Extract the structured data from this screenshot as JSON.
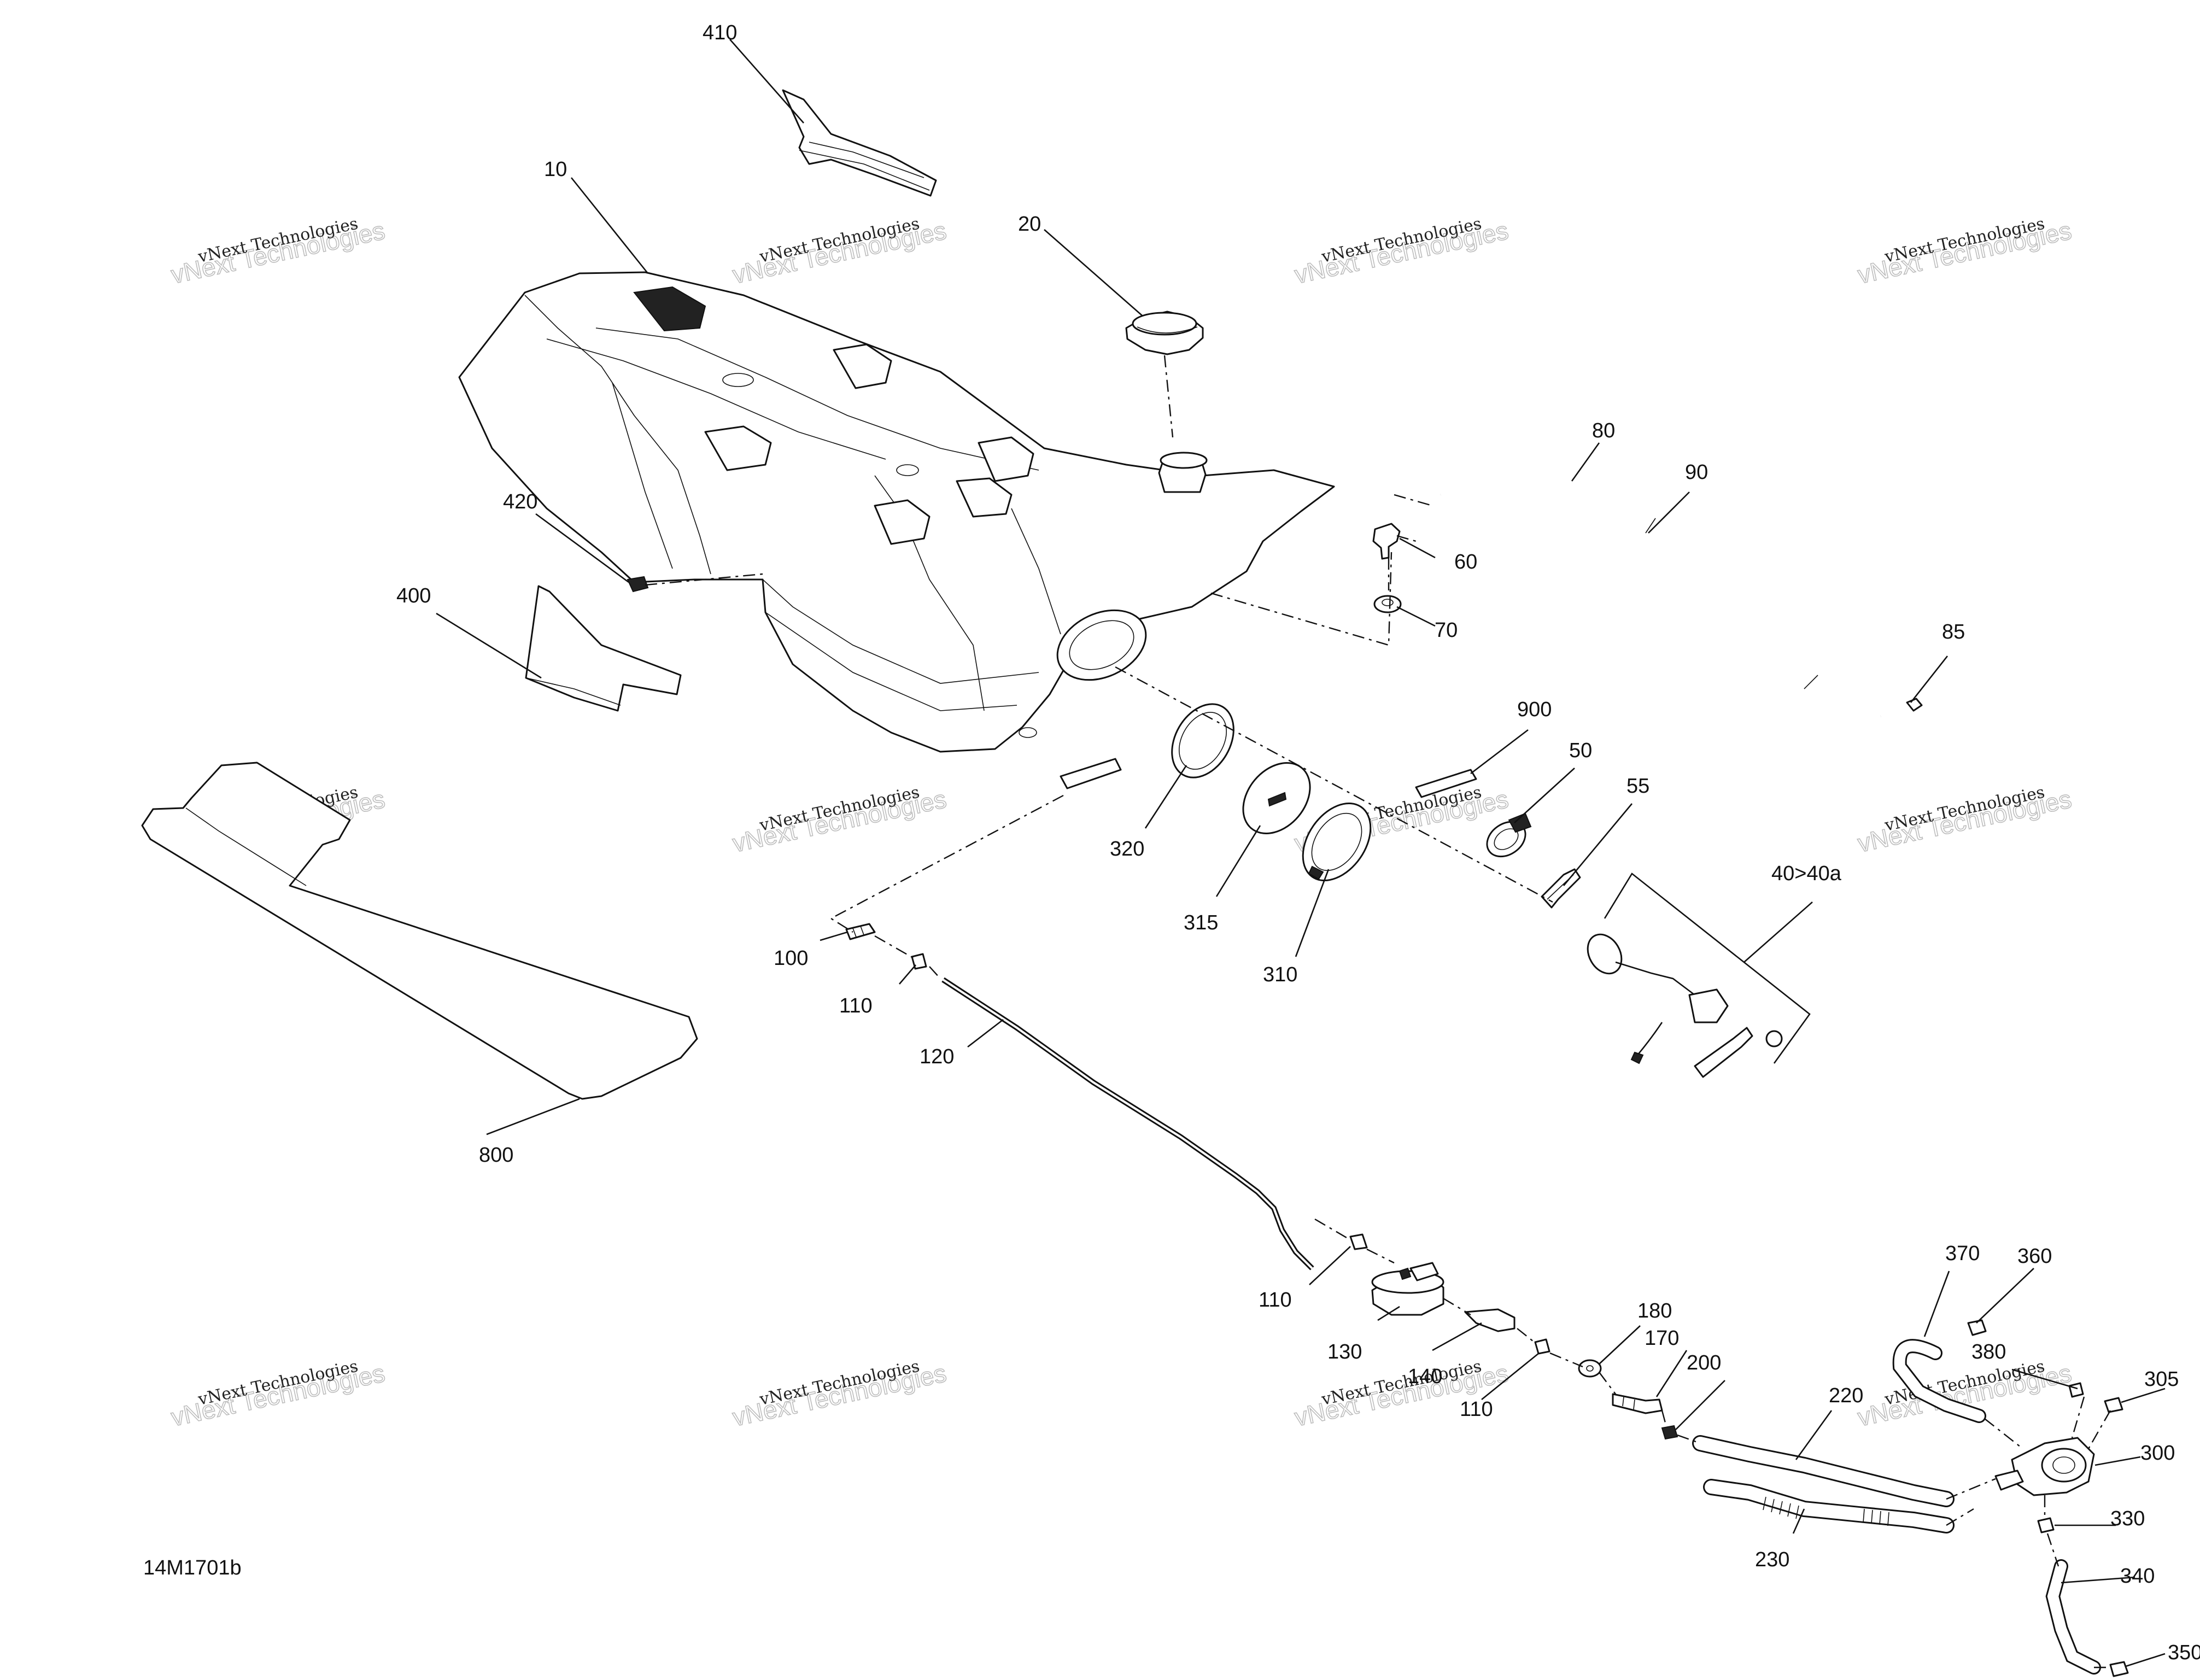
{
  "diagram_code": "14M1701b",
  "watermark": {
    "line1": "vNext Technologies",
    "line2": "vNext Technologies"
  },
  "callouts": [
    "410",
    "10",
    "20",
    "80",
    "90",
    "60",
    "70",
    "85",
    "420",
    "400",
    "900",
    "50",
    "55",
    "40>40a",
    "320",
    "315",
    "310",
    "100",
    "110",
    "120",
    "800",
    "110",
    "130",
    "140",
    "110",
    "180",
    "170",
    "200",
    "220",
    "230",
    "370",
    "360",
    "380",
    "305",
    "300",
    "330",
    "340",
    "350"
  ]
}
